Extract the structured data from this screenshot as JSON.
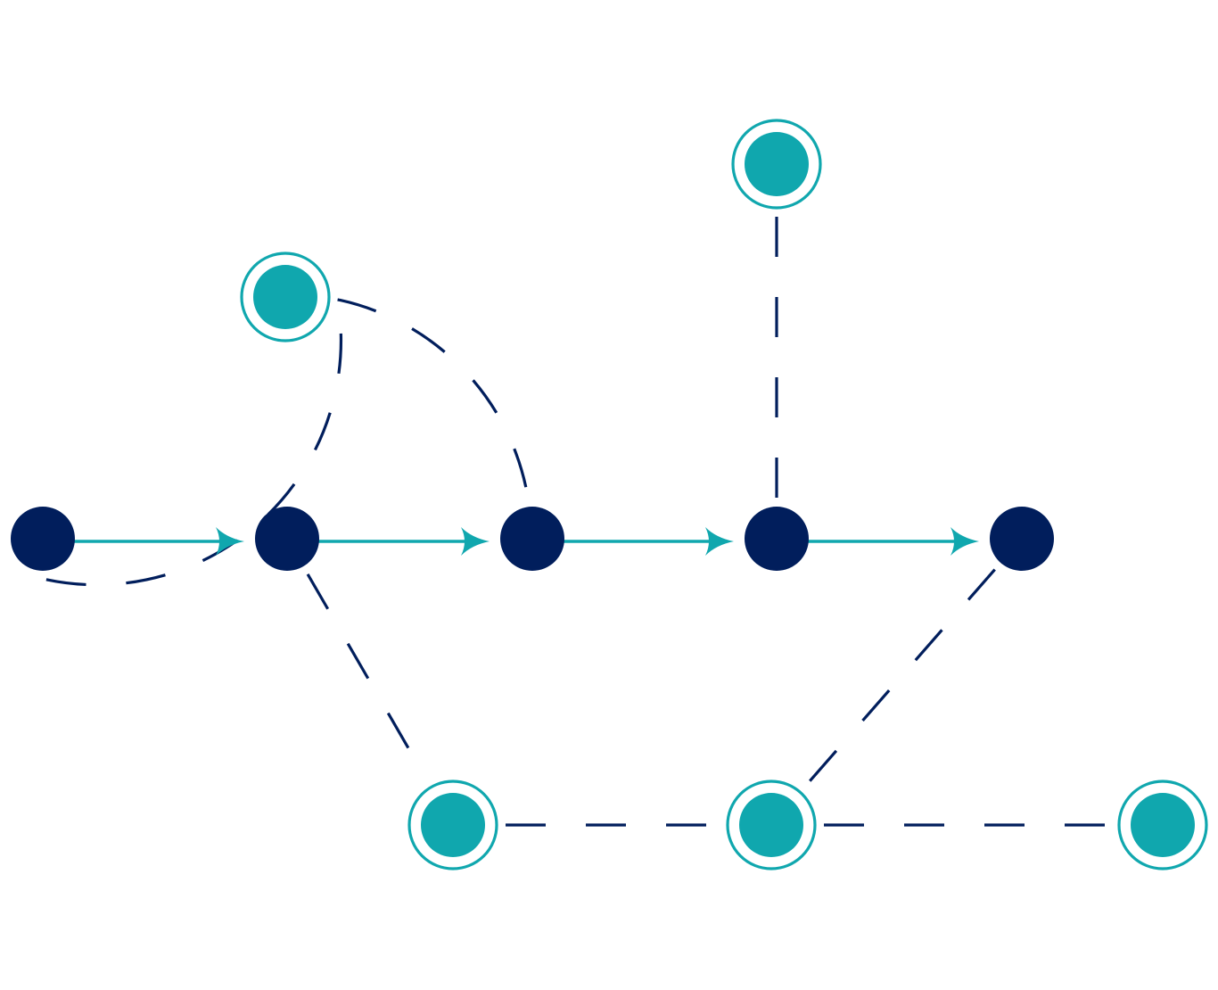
{
  "colors": {
    "background": "#ffffff",
    "primary_node": "#011E5C",
    "secondary_node": "#10A7AE",
    "arrow": "#10A7AE",
    "dashed_link": "#011E5C"
  },
  "nodes": [
    {
      "id": "p1",
      "kind": "primary"
    },
    {
      "id": "p2",
      "kind": "primary"
    },
    {
      "id": "p3",
      "kind": "primary"
    },
    {
      "id": "p4",
      "kind": "primary"
    },
    {
      "id": "p5",
      "kind": "primary"
    },
    {
      "id": "s-arc",
      "kind": "secondary"
    },
    {
      "id": "s-top",
      "kind": "secondary"
    },
    {
      "id": "s-bottom-left",
      "kind": "secondary"
    },
    {
      "id": "s-bottom-middle",
      "kind": "secondary"
    },
    {
      "id": "s-bottom-right",
      "kind": "secondary"
    }
  ],
  "directed_edges": [
    {
      "from": "p1",
      "to": "p2"
    },
    {
      "from": "p2",
      "to": "p3"
    },
    {
      "from": "p3",
      "to": "p4"
    },
    {
      "from": "p4",
      "to": "p5"
    }
  ],
  "dashed_links": [
    {
      "from": "p1",
      "to": "s-arc",
      "shape": "arc"
    },
    {
      "from": "s-arc",
      "to": "p3",
      "shape": "arc"
    },
    {
      "from": "s-top",
      "to": "p4",
      "shape": "straight"
    },
    {
      "from": "p2",
      "to": "s-bottom-left",
      "shape": "straight"
    },
    {
      "from": "s-bottom-left",
      "to": "s-bottom-middle",
      "shape": "straight"
    },
    {
      "from": "s-bottom-middle",
      "to": "s-bottom-right",
      "shape": "straight"
    },
    {
      "from": "p5",
      "to": "s-bottom-middle",
      "shape": "straight"
    }
  ]
}
